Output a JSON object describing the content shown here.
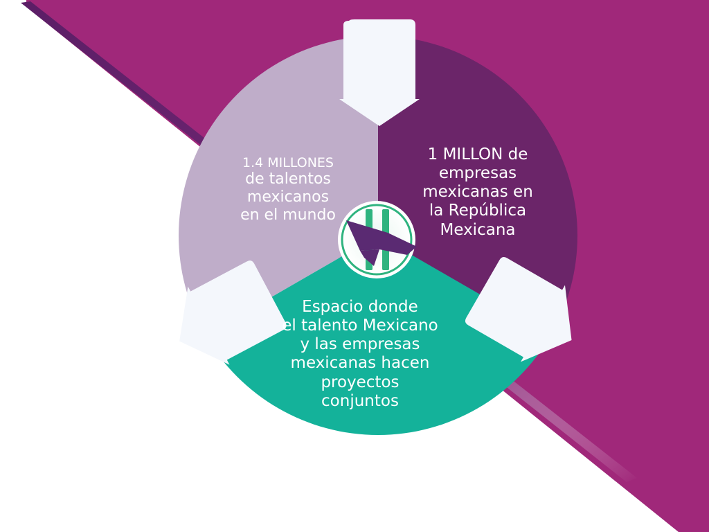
{
  "colors": {
    "background_band": "#a0287a",
    "band_shadow": "#6a1f66",
    "segment_talent": "#bfadc9",
    "segment_companies": "#6b2569",
    "segment_space": "#14b29a",
    "arrow": "#f4f7fc",
    "emblem_green": "#2fb37f",
    "emblem_purple": "#5a2a72"
  },
  "segments": {
    "talent": {
      "lines": [
        "1.4 MILLONES",
        "de talentos",
        "mexicanos",
        "en el mundo"
      ]
    },
    "companies": {
      "lines": [
        "1 MILLON de",
        "empresas",
        "mexicanas en",
        "la República",
        "Mexicana"
      ]
    },
    "space": {
      "lines": [
        "Espacio donde",
        "el talento Mexicano",
        "y las empresas",
        "mexicanas hacen",
        "proyectos",
        "conjuntos"
      ]
    }
  },
  "icons": {
    "center": "mexico-emblem-icon",
    "arrows": [
      "down-arrow-icon",
      "down-left-arrow-icon",
      "down-right-arrow-icon"
    ]
  }
}
